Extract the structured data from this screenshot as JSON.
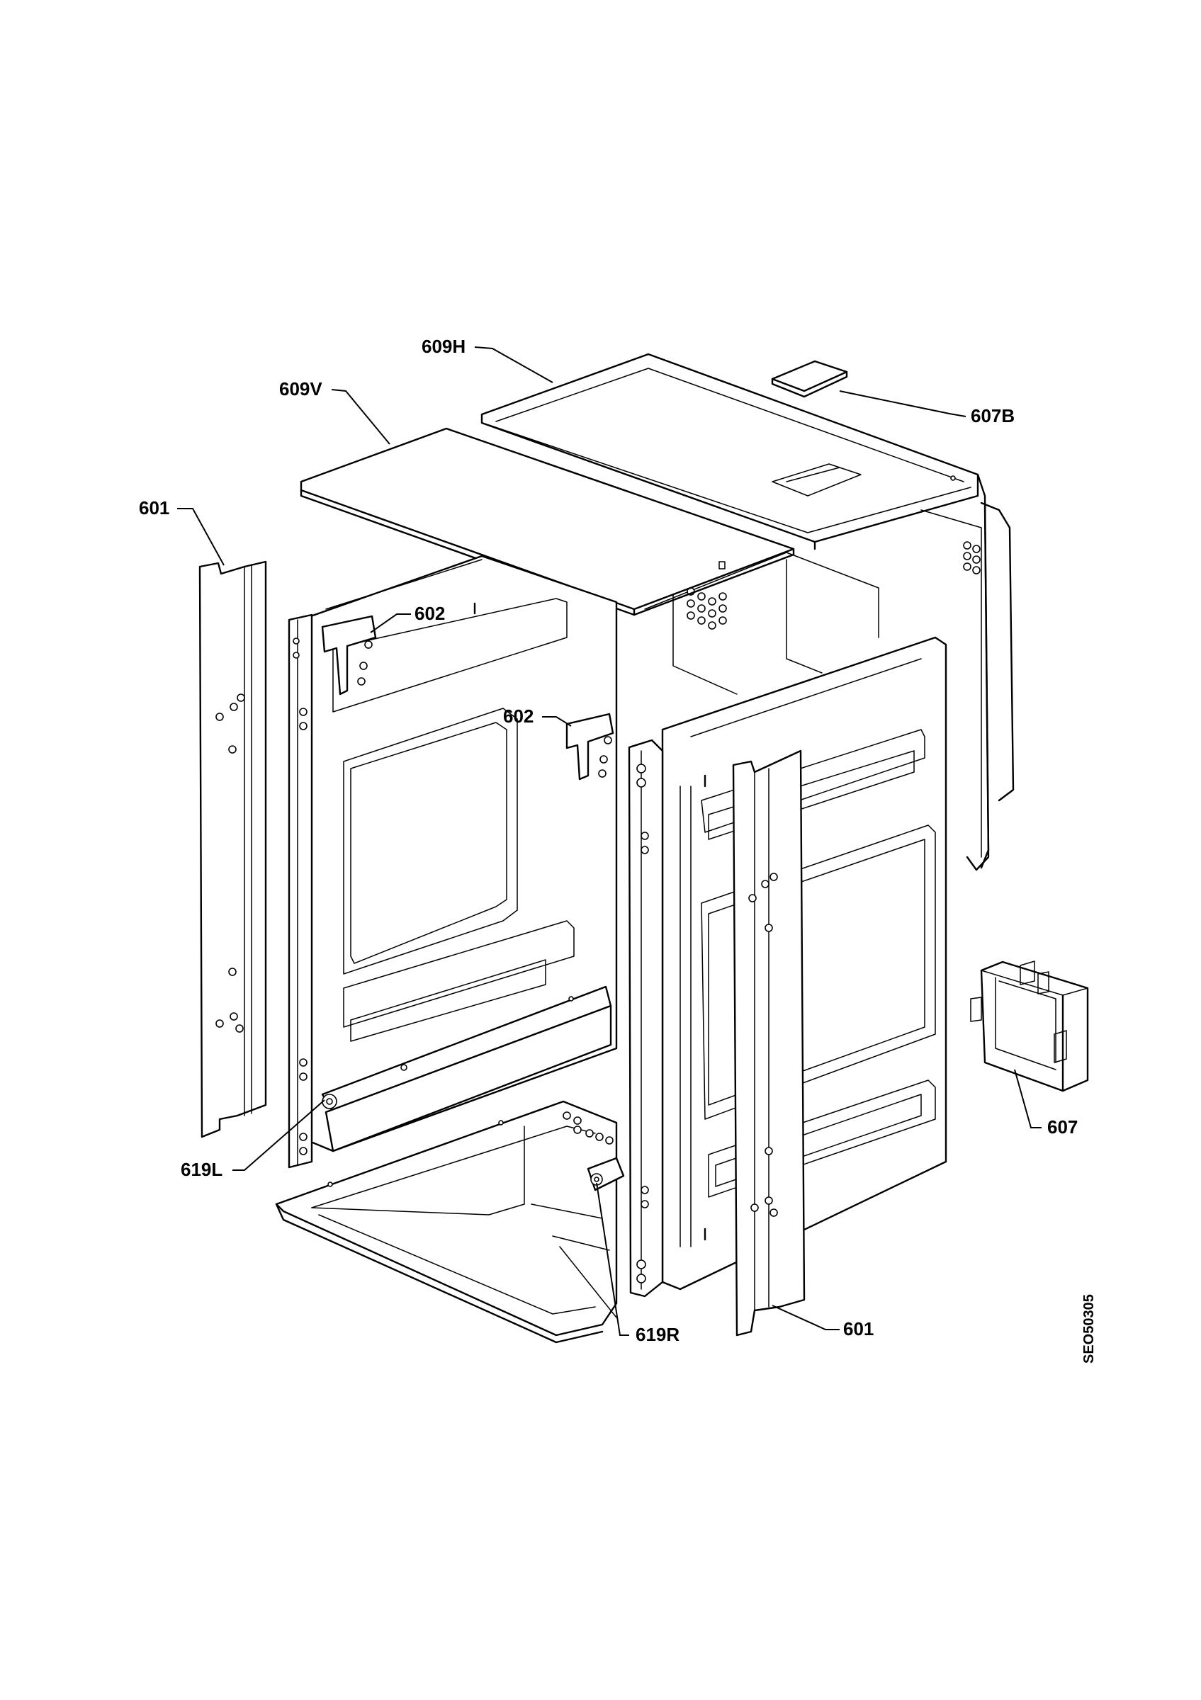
{
  "labels": {
    "top_panel": "609H",
    "top_cover": "609V",
    "small_plate": "607B",
    "side_strip_left": "601",
    "side_strip_right": "601",
    "hinge_left": "602",
    "hinge_right": "602",
    "runner_left": "619L",
    "runner_right": "619R",
    "box": "607"
  },
  "drawing_code": "SEO50305"
}
